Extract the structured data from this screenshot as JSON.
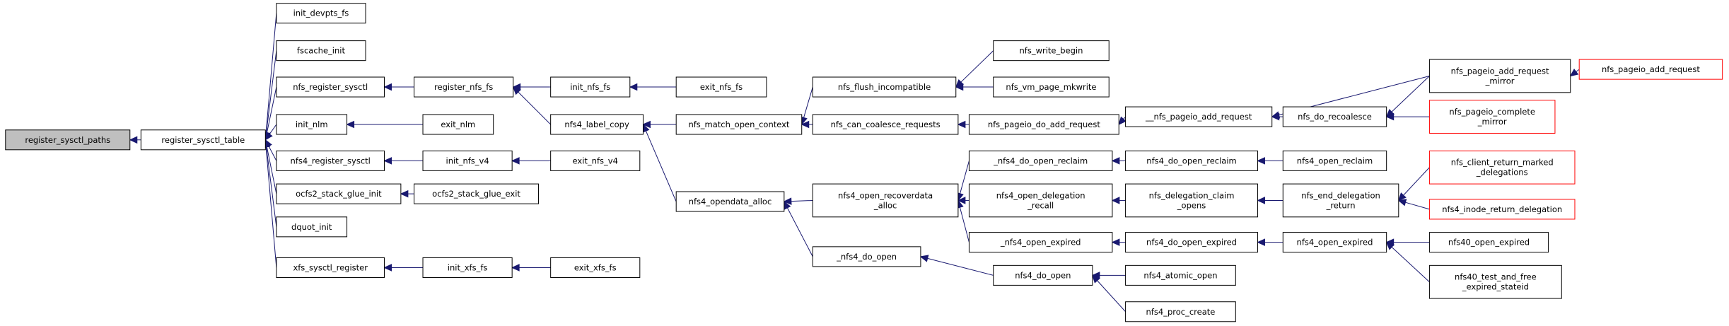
{
  "colors": {
    "edge": "#191970",
    "root_fill": "#bfbfbf",
    "node_border": "#000000",
    "truncated_border": "#ff0000",
    "text": "#000000"
  },
  "nodes": {
    "n_root": {
      "lines": [
        "register_sysctl_paths"
      ],
      "style": "root"
    },
    "n_rst": {
      "lines": [
        "register_sysctl_table"
      ]
    },
    "n_devpts": {
      "lines": [
        "init_devpts_fs"
      ]
    },
    "n_fscache": {
      "lines": [
        "fscache_init"
      ]
    },
    "n_nfsreg": {
      "lines": [
        "nfs_register_sysctl"
      ]
    },
    "n_nlm": {
      "lines": [
        "init_nlm"
      ]
    },
    "n_nfs4reg": {
      "lines": [
        "nfs4_register_sysctl"
      ]
    },
    "n_ocfs_init": {
      "lines": [
        "ocfs2_stack_glue_init"
      ]
    },
    "n_dquot": {
      "lines": [
        "dquot_init"
      ]
    },
    "n_xfsreg": {
      "lines": [
        "xfs_sysctl_register"
      ]
    },
    "n_regnfs": {
      "lines": [
        "register_nfs_fs"
      ]
    },
    "n_exitnlm": {
      "lines": [
        "exit_nlm"
      ]
    },
    "n_initv4": {
      "lines": [
        "init_nfs_v4"
      ]
    },
    "n_ocfs_exit": {
      "lines": [
        "ocfs2_stack_glue_exit"
      ]
    },
    "n_initxfs": {
      "lines": [
        "init_xfs_fs"
      ]
    },
    "n_initnfs": {
      "lines": [
        "init_nfs_fs"
      ]
    },
    "n_label": {
      "lines": [
        "nfs4_label_copy"
      ]
    },
    "n_exitv4": {
      "lines": [
        "exit_nfs_v4"
      ]
    },
    "n_exitxfs": {
      "lines": [
        "exit_xfs_fs"
      ]
    },
    "n_exitnfs": {
      "lines": [
        "exit_nfs_fs"
      ]
    },
    "n_match": {
      "lines": [
        "nfs_match_open_context"
      ]
    },
    "n_odalloc": {
      "lines": [
        "nfs4_opendata_alloc"
      ]
    },
    "n_flush": {
      "lines": [
        "nfs_flush_incompatible"
      ]
    },
    "n_coalesce": {
      "lines": [
        "nfs_can_coalesce_requests"
      ]
    },
    "n_recalloc": {
      "lines": [
        "nfs4_open_recoverdata",
        "_alloc"
      ]
    },
    "n_doopen_": {
      "lines": [
        "_nfs4_do_open"
      ]
    },
    "n_wbegin": {
      "lines": [
        "nfs_write_begin"
      ]
    },
    "n_mkwrite": {
      "lines": [
        "nfs_vm_page_mkwrite"
      ]
    },
    "n_doadd": {
      "lines": [
        "nfs_pageio_do_add_request"
      ]
    },
    "n_reclaim_": {
      "lines": [
        "_nfs4_do_open_reclaim"
      ]
    },
    "n_delrecall": {
      "lines": [
        "nfs4_open_delegation",
        "_recall"
      ]
    },
    "n_expired_": {
      "lines": [
        "_nfs4_open_expired"
      ]
    },
    "n_doopen": {
      "lines": [
        "nfs4_do_open"
      ]
    },
    "n_addreq__": {
      "lines": [
        "__nfs_pageio_add_request"
      ]
    },
    "n_doreclaim": {
      "lines": [
        "nfs4_do_open_reclaim"
      ]
    },
    "n_claim": {
      "lines": [
        "nfs_delegation_claim",
        "_opens"
      ]
    },
    "n_doexpired": {
      "lines": [
        "nfs4_do_open_expired"
      ]
    },
    "n_atomic": {
      "lines": [
        "nfs4_atomic_open"
      ]
    },
    "n_proccreate": {
      "lines": [
        "nfs4_proc_create"
      ]
    },
    "n_recoalesce": {
      "lines": [
        "nfs_do_recoalesce"
      ]
    },
    "n_openreclaim": {
      "lines": [
        "nfs4_open_reclaim"
      ]
    },
    "n_enddeleg": {
      "lines": [
        "nfs_end_delegation",
        "_return"
      ]
    },
    "n_openexpired": {
      "lines": [
        "nfs4_open_expired"
      ]
    },
    "n_addmirror": {
      "lines": [
        "nfs_pageio_add_request",
        "_mirror"
      ]
    },
    "n_complete": {
      "lines": [
        "nfs_pageio_complete",
        "_mirror"
      ],
      "style": "truncated"
    },
    "n_crm": {
      "lines": [
        "nfs_client_return_marked",
        "_delegations"
      ],
      "style": "truncated"
    },
    "n_inodedeleg": {
      "lines": [
        "nfs4_inode_return_delegation"
      ],
      "style": "truncated"
    },
    "n_nfs40exp": {
      "lines": [
        "nfs40_open_expired"
      ]
    },
    "n_nfs40test": {
      "lines": [
        "nfs40_test_and_free",
        "_expired_stateid"
      ]
    },
    "n_addrequest": {
      "lines": [
        "nfs_pageio_add_request"
      ],
      "style": "truncated"
    }
  }
}
